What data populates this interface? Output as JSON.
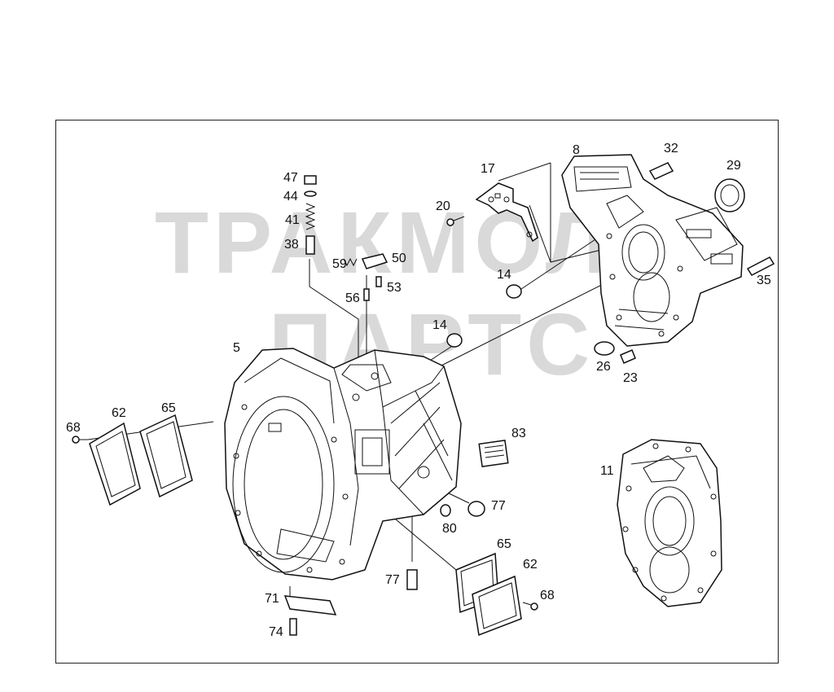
{
  "watermark": {
    "line1": "ТРАКМОЛ",
    "line2": "ПАРТС"
  },
  "callouts": [
    "47",
    "44",
    "41",
    "38",
    "59",
    "50",
    "56",
    "53",
    "17",
    "20",
    "8",
    "32",
    "29",
    "14",
    "35",
    "26",
    "23",
    "5",
    "14",
    "62",
    "65",
    "68",
    "83",
    "77",
    "80",
    "11",
    "77",
    "71",
    "74",
    "65",
    "62",
    "68"
  ]
}
